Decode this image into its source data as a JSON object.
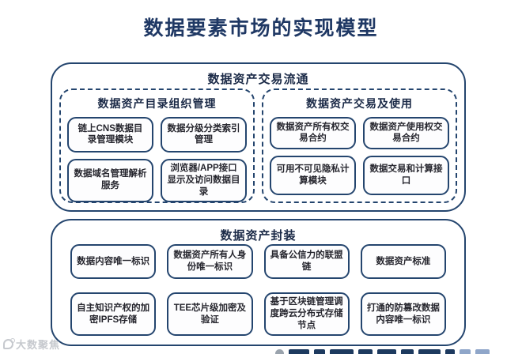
{
  "title": "数据要素市场的实现模型",
  "watermark": {
    "label": "大数聚焦"
  },
  "colors": {
    "border_navy": "#24456e",
    "title_navy": "#1f3864",
    "node_fill": "#fdfdfe",
    "text_dark": "#26262e"
  },
  "sections": [
    {
      "title": "数据资产交易流通",
      "groups": [
        {
          "title": "数据资产目录组织管理",
          "items": [
            "链上CNS数据目录管理模块",
            "数据分级分类索引管理",
            "数据域名管理解析服务",
            "浏览器/APP接口显示及访问数据目录"
          ]
        },
        {
          "title": "数据资产交易及使用",
          "items": [
            "数据资产所有权交易合约",
            "数据资产使用权交易合约",
            "可用不可见隐私计算模块",
            "数据交易和计算接口"
          ]
        }
      ]
    },
    {
      "title": "数据资产封装",
      "items": [
        "数据内容唯一标识",
        "数据资产所有人身份唯一标识",
        "具备公信力的联盟链",
        "数据资产标准",
        "自主知识产权的加密IPFS存储",
        "TEE芯片级加密及验证",
        "基于区块链管理调度跨云分布式存储节点",
        "打通的防篡改数据内容唯一标识"
      ]
    }
  ]
}
